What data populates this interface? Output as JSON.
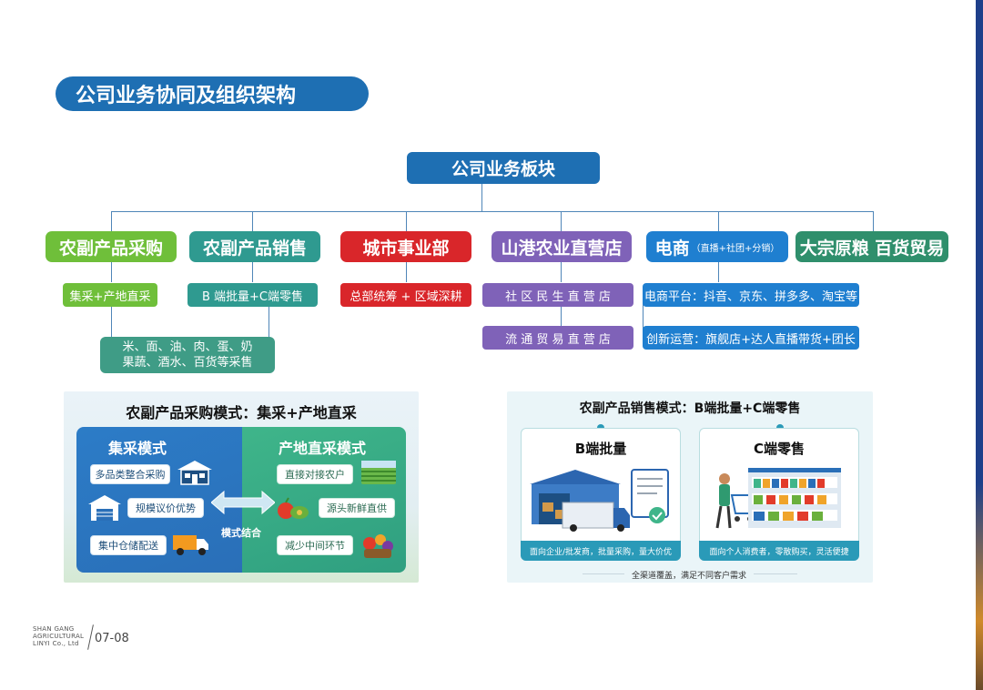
{
  "header": {
    "title": "公司业务协同及组织架构"
  },
  "org": {
    "root": "公司业务板块",
    "segments": [
      {
        "label": "农副产品采购",
        "color": "#6fbf3a",
        "subs": [
          "集采+产地直采"
        ],
        "details": "米、面、油、肉、蛋、奶\n果蔬、酒水、百货等采售"
      },
      {
        "label": "农副产品销售",
        "color": "#2f9a90",
        "subs": [
          "B 端批量+C端零售"
        ]
      },
      {
        "label": "城市事业部",
        "color": "#d9262a",
        "subs": [
          "总部统筹 + 区域深耕"
        ]
      },
      {
        "label": "山港农业直营店",
        "color": "#7f62b8",
        "subs": [
          "社 区 民 生 直 营 店",
          "流 通 贸 易 直 营 店"
        ]
      },
      {
        "label": "电商",
        "label_note": "（直播+社团+分销）",
        "color": "#1f7fd0",
        "subs": [
          "电商平台：抖音、京东、拼多多、淘宝等",
          "创新运营：旗舰店+达人直播带货+团长"
        ]
      },
      {
        "label": "大宗原粮 百货贸易",
        "color": "#2f8f6c",
        "subs": []
      }
    ]
  },
  "purchase_panel": {
    "title": "农副产品采购模式：集采+产地直采",
    "left": {
      "title": "集采模式",
      "items": [
        "多品类整合采购",
        "规模议价优势",
        "集中仓储配送"
      ]
    },
    "right": {
      "title": "产地直采模式",
      "items": [
        "直接对接农户",
        "源头新鲜直供",
        "减少中间环节"
      ]
    },
    "center_label": "模式结合"
  },
  "sales_panel": {
    "title": "农副产品销售模式：B端批量+C端零售",
    "b": {
      "title": "B端批量",
      "desc": "面向企业/批发商，批量采购，量大价优"
    },
    "c": {
      "title": "C端零售",
      "desc": "面向个人消费者，零散购买，灵活便捷"
    },
    "footer": "全渠道覆盖，满足不同客户需求"
  },
  "footer": {
    "company_line1": "SHAN GANG",
    "company_line2": "AGRICULTURAL",
    "company_line3": "LINYI Co., Ltd",
    "page": "07-08"
  },
  "colors": {
    "primary": "#1e6fb3",
    "accent_green": "#6fbf3a",
    "teal": "#2f9a90",
    "red": "#d9262a",
    "purple": "#7f62b8",
    "blue": "#1f7fd0"
  }
}
